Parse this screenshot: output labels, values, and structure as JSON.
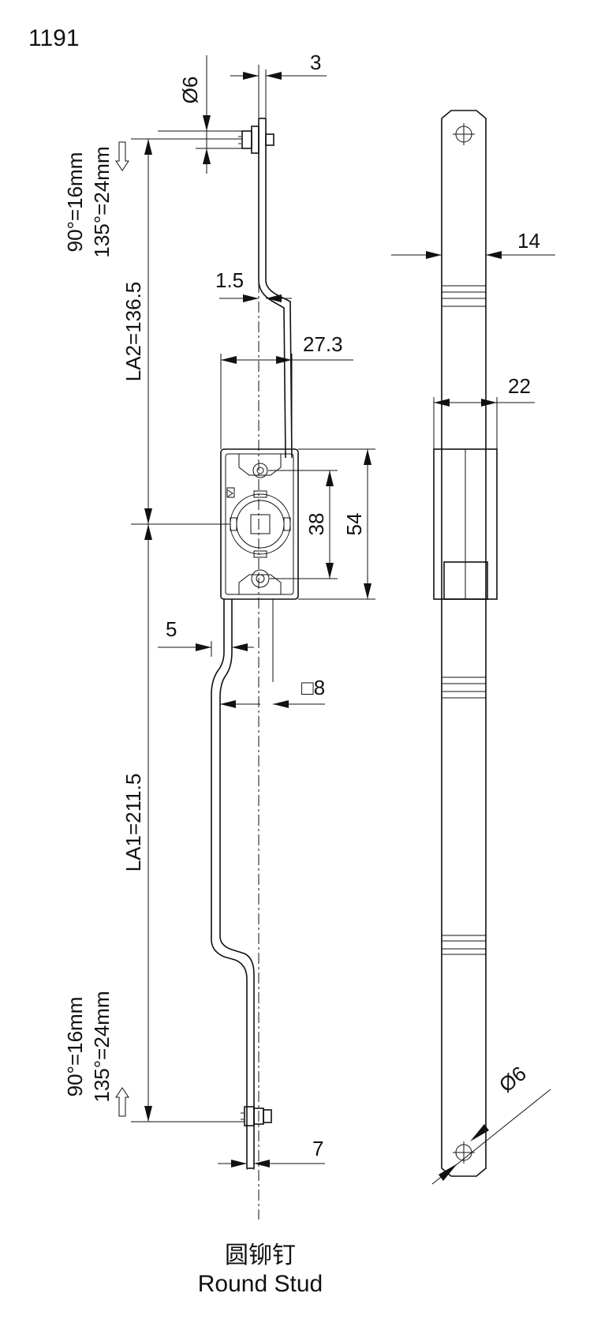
{
  "part_number": "1191",
  "dimensions": {
    "stud_diameter_top": "Ø6",
    "stud_offset_top": "3",
    "bend_offset_upper": "1.5",
    "housing_half_width": "27.3",
    "hole_spacing": "38",
    "housing_height": "54",
    "lower_offset": "5",
    "square_drive": "□8",
    "stud_offset_bottom": "7",
    "bar_width": "14",
    "housing_width_side": "22",
    "hole_diameter_side": "Ø6",
    "rod_length_upper": "LA2=136.5",
    "rod_length_lower": "LA1=211.5"
  },
  "stroke_notes": {
    "top_line1": "90°=16mm",
    "top_line2": "135°=24mm",
    "bottom_line1": "90°=16mm",
    "bottom_line2": "135°=24mm"
  },
  "caption": {
    "chinese": "圆铆钉",
    "english": "Round Stud"
  }
}
